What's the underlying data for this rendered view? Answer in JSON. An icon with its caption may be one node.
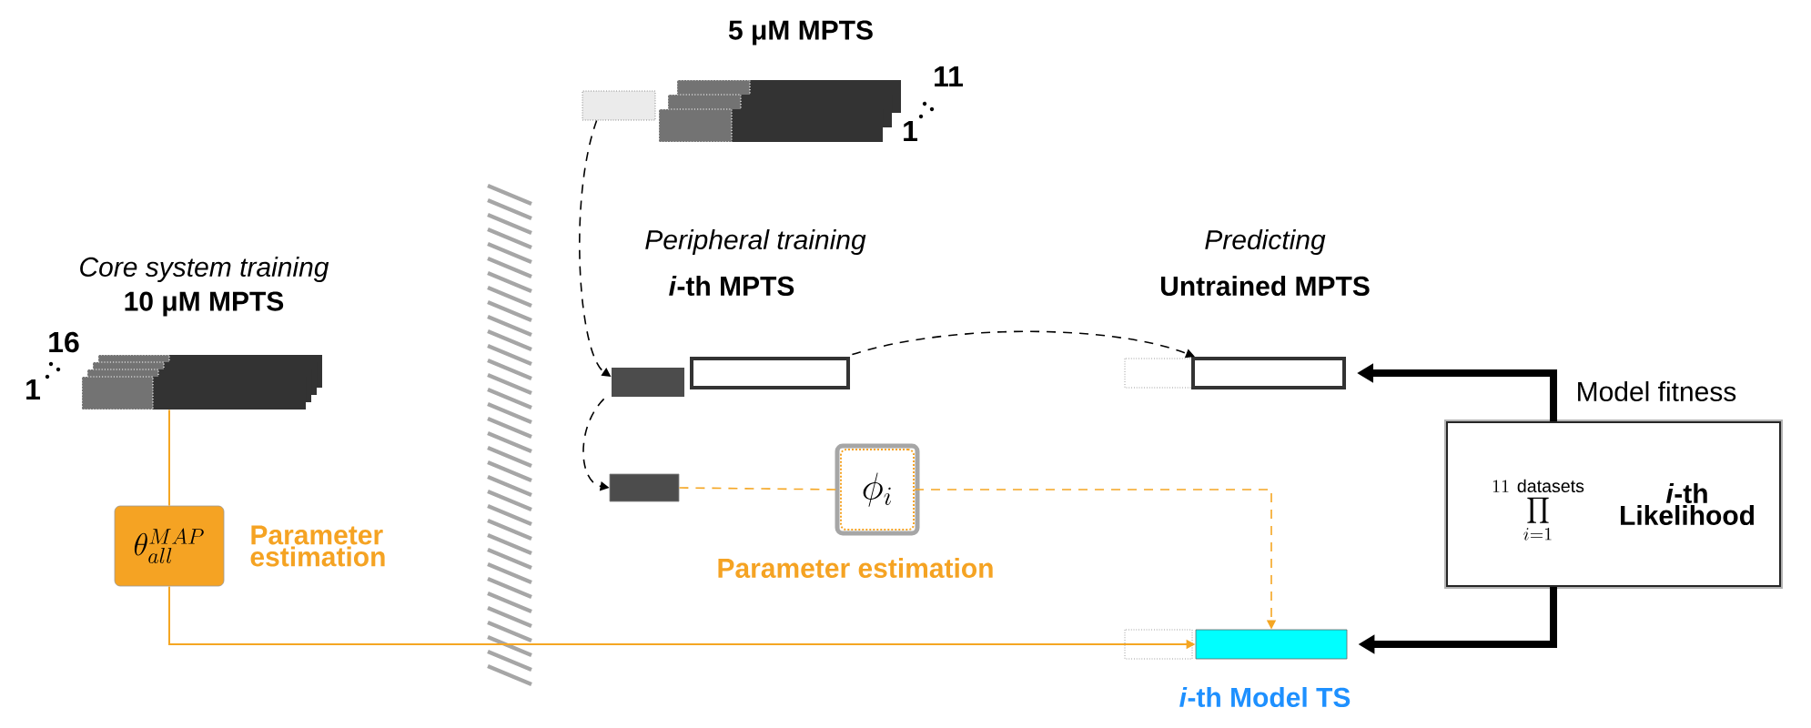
{
  "diagram": {
    "nodes": [
      {
        "text": [
          "Core system training",
          "10 μM MPTS",
          "16",
          "1"
        ]
      },
      {
        "text": [
          "\\theta_{all}^{MAP}"
        ],
        "beside": [
          "Parameter estimation"
        ]
      },
      {
        "text": [
          "5 μM MPTS",
          "11",
          "1"
        ]
      },
      {
        "text": [
          "Peripheral training",
          "*i*-th MPTS"
        ]
      },
      {
        "text": [],
        "shape": "box"
      },
      {
        "text": [
          "\\phi_i"
        ],
        "beside": [
          "Parameter estimation"
        ]
      },
      {
        "text": [
          "Predicting",
          "Untrained MPTS"
        ]
      },
      {
        "text": [],
        "shape": "bar",
        "beside": [
          "*i*-th Model TS"
        ]
      },
      {
        "text": [
          "\\prod_{i=1}^{11\\ \\mathrm{datasets}}",
          "*i*-th Likelihood"
        ],
        "beside": [
          "Model fitness"
        ]
      }
    ],
    "edges": [
      {
        "from": 0,
        "to": 1,
        "arrow": "none",
        "color": "#f5a623"
      },
      {
        "from": 1,
        "to": 7,
        "arrow": "to",
        "color": "#f5a623"
      },
      {
        "from": 2,
        "to": 3,
        "arrow": "to",
        "style": "dashed"
      },
      {
        "from": 3,
        "to": 4,
        "arrow": "to",
        "style": "dashed"
      },
      {
        "from": 4,
        "to": 5,
        "arrow": "none",
        "style": "dashed",
        "color": "#f5a623"
      },
      {
        "from": 5,
        "to": 7,
        "arrow": "to",
        "style": "dashed",
        "color": "#f5a623"
      },
      {
        "from": 3,
        "to": 6,
        "arrow": "to",
        "style": "dashed"
      },
      {
        "from": 8,
        "to": 6,
        "arrow": "to",
        "style": "thick"
      },
      {
        "from": 8,
        "to": 7,
        "arrow": "to",
        "style": "thick"
      }
    ]
  }
}
